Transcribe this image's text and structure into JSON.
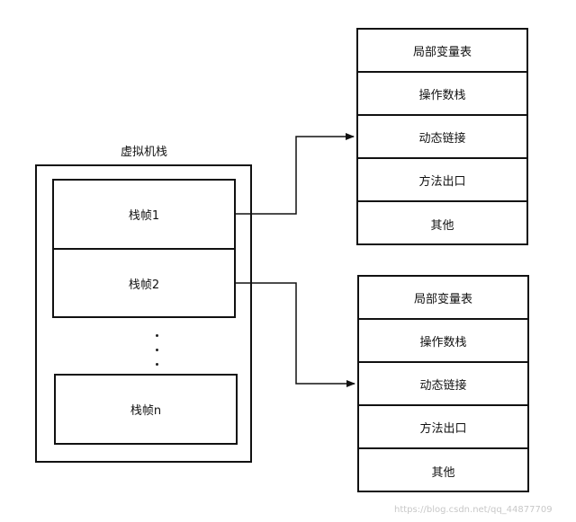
{
  "vm_stack": {
    "title": "虚拟机栈",
    "frames": [
      {
        "label": "栈帧1"
      },
      {
        "label": "栈帧2"
      },
      {
        "label": "栈帧n"
      }
    ],
    "ellipsis": ". . ."
  },
  "frame_details": [
    {
      "cells": [
        "局部变量表",
        "操作数栈",
        "动态链接",
        "方法出口",
        "其他"
      ]
    },
    {
      "cells": [
        "局部变量表",
        "操作数栈",
        "动态链接",
        "方法出口",
        "其他"
      ]
    }
  ],
  "watermark": "https://blog.csdn.net/qq_44877709"
}
